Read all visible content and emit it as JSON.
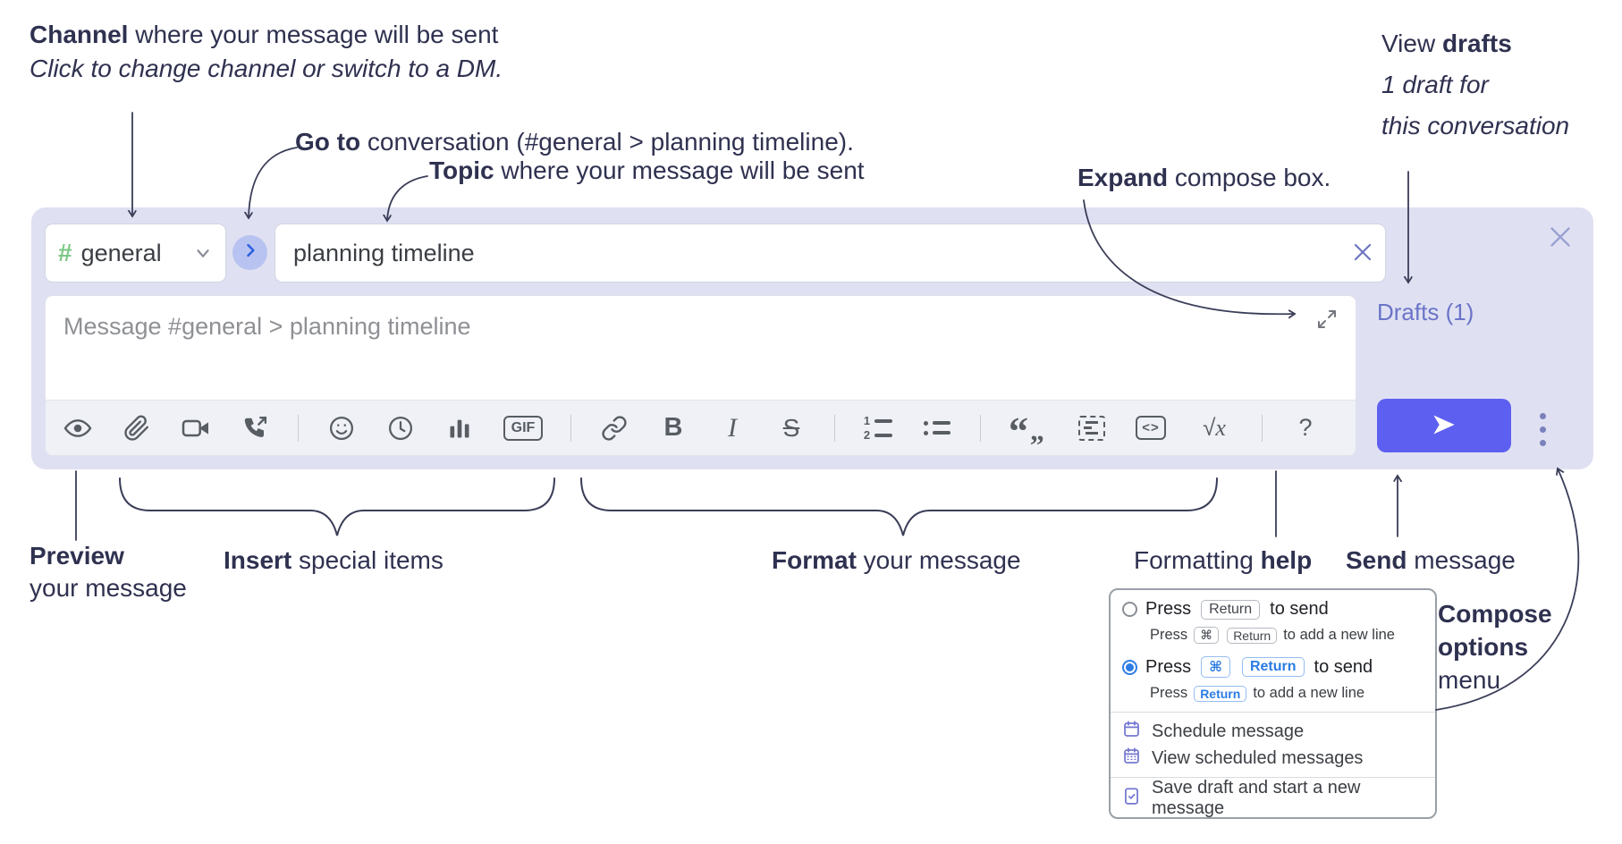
{
  "annotations": {
    "channel": {
      "bold": "Channel",
      "rest": " where your message will be sent",
      "sub": "Click to change channel or switch to a DM."
    },
    "goto": {
      "bold": "Go to",
      "rest": " conversation (#general > planning timeline)."
    },
    "topic": {
      "bold": "Topic",
      "rest": " where your message will be sent"
    },
    "expand": {
      "bold": "Expand",
      "rest": " compose box."
    },
    "view_drafts": {
      "pre": "View ",
      "bold": "drafts",
      "sub1": "1 draft for",
      "sub2": "this conversation"
    },
    "preview": {
      "bold": "Preview",
      "line2": "your message"
    },
    "insert": {
      "bold": "Insert",
      "rest": " special items"
    },
    "format": {
      "bold": "Format",
      "rest": " your message"
    },
    "formatting_help": {
      "pre": "Formatting ",
      "bold": "help"
    },
    "send": {
      "bold": "Send",
      "rest": " message"
    },
    "compose_options": {
      "bold1": "Compose",
      "bold2": "options",
      "rest": "menu"
    }
  },
  "compose": {
    "channel_selector": {
      "hash": "#",
      "name": "general"
    },
    "topic_input": {
      "value": "planning timeline"
    },
    "message_input": {
      "placeholder": "Message #general > planning timeline"
    },
    "drafts_link": "Drafts (1)",
    "toolbar_glyphs": {
      "bold": "B",
      "italic": "I",
      "strike": "S",
      "gif": "GIF",
      "num1": "1",
      "num2": "2",
      "quote_open": "“",
      "quote_close": "„",
      "code": "<>",
      "sqrt": "√",
      "math_x": "x",
      "help": "?"
    }
  },
  "popup": {
    "send_options": [
      {
        "selected": false,
        "main": {
          "pre": "Press",
          "key1": "Return",
          "post": "to send"
        },
        "sub": {
          "pre": "Press",
          "key1": "⌘",
          "key2": "Return",
          "post": "to add a new line"
        }
      },
      {
        "selected": true,
        "main": {
          "pre": "Press",
          "key1": "⌘",
          "key2": "Return",
          "post": "to send"
        },
        "sub": {
          "pre": "Press",
          "key1": "Return",
          "post": "to add a new line"
        }
      }
    ],
    "menu_items": [
      {
        "icon": "schedule-icon",
        "label": "Schedule message"
      },
      {
        "icon": "view-scheduled-icon",
        "label": "View scheduled messages"
      },
      {
        "icon": "save-draft-icon",
        "label": "Save draft and start a new message"
      }
    ]
  },
  "colors": {
    "accent_send": "#5d5ff1",
    "compose_bg": "#dfe1f2",
    "drafts_link": "#6b74c8",
    "hash_green": "#7bc885",
    "radio_selected": "#2e7de5",
    "annotation_text": "#2f3150",
    "menu_icon_purple": "#7577d1"
  }
}
